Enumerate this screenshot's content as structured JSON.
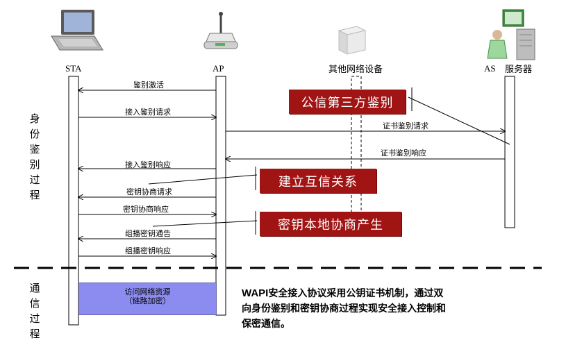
{
  "entities": {
    "sta": "STA",
    "ap": "AP",
    "other": "其他网络设备",
    "as": "AS",
    "as_server": "服务器"
  },
  "phases": {
    "auth": "身份鉴别过程",
    "comm": "通信过程"
  },
  "messages": {
    "auth_activate": "鉴别激活",
    "access_auth_request": "接入鉴别请求",
    "cert_auth_request": "证书鉴别请求",
    "cert_auth_response": "证书鉴别响应",
    "access_auth_response": "接入鉴别响应",
    "key_negotiation_request": "密钥协商请求",
    "key_negotiation_response": "密钥协商响应",
    "multicast_key_notice": "组播密钥通告",
    "multicast_key_response": "组播密钥响应"
  },
  "callouts": {
    "trusted_third_party": "公信第三方鉴别",
    "mutual_trust": "建立互信关系",
    "local_key": "密钥本地协商产生"
  },
  "comm_box": {
    "line1": "访问网络资源",
    "line2": "（链路加密）"
  },
  "summary": {
    "brand": "WAPI",
    "line1_rest": "安全接入协议采用公钥证书机制，通过双",
    "line2": "向身份鉴别和密钥协商过程实现安全接入控制和",
    "line3": "保密通信。"
  },
  "colors": {
    "callout_bg": "#a01414",
    "comm_box_bg": "#8c8cf0"
  },
  "icons": [
    "laptop-icon",
    "access-point-icon",
    "network-device-icon",
    "server-icon"
  ]
}
